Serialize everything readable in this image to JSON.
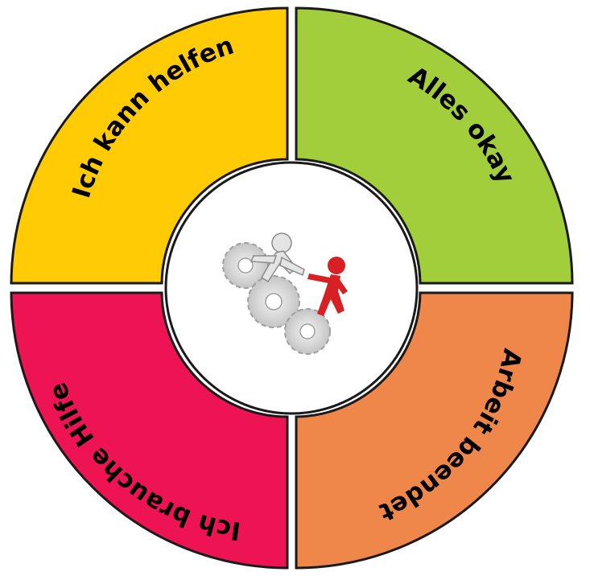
{
  "segments": [
    {
      "id": "top-left",
      "label": "Ich kann helfen",
      "color": "#FFCB05"
    },
    {
      "id": "top-right",
      "label": "Alles okay",
      "color": "#A2CE3C"
    },
    {
      "id": "bottom-right",
      "label": "Arbeit beendet",
      "color": "#F0874A"
    },
    {
      "id": "bottom-left",
      "label": "Ich brauche Hilfe",
      "color": "#EE1454"
    }
  ],
  "center": {
    "illustration": "helping-figures-on-gears-icon",
    "figure_colors": {
      "helper": "#E4E4E4",
      "helped": "#D62024"
    }
  }
}
